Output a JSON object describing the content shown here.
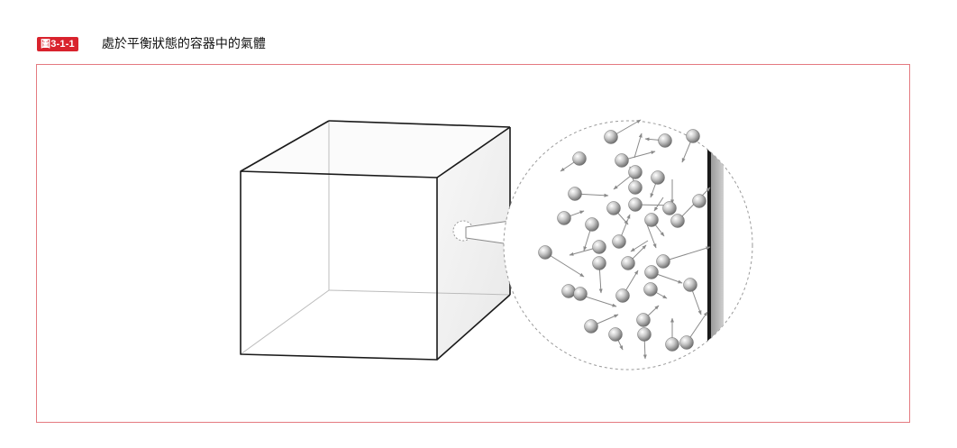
{
  "figure": {
    "label": "圖3-1-1",
    "title": "處於平衡狀態的容器中的氣體",
    "accent_color": "#d9232d",
    "frame_color": "#e47a80"
  },
  "diagram": {
    "container": "cube",
    "callout": "magnified-circle",
    "wall": "right"
  }
}
